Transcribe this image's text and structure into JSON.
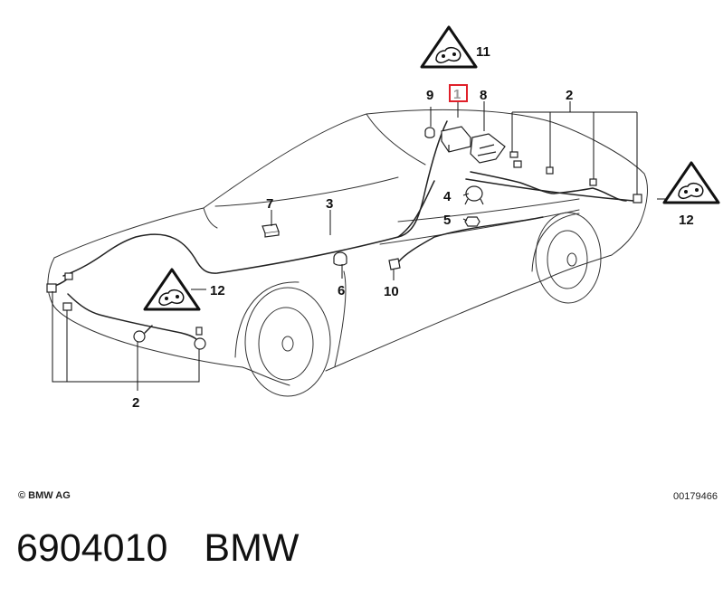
{
  "diagram": {
    "callouts": {
      "c1": "1",
      "c2_top": "2",
      "c2_bottom": "2",
      "c3": "3",
      "c4": "4",
      "c5": "5",
      "c6": "6",
      "c7": "7",
      "c8": "8",
      "c9": "9",
      "c10": "10",
      "c11": "11",
      "c12_right": "12",
      "c12_left": "12"
    },
    "highlight_color": "#e0202a",
    "line_color": "#333333"
  },
  "footer": {
    "copyright": "© BMW AG",
    "diagram_id": "00179466"
  },
  "product": {
    "part_number": "6904010",
    "brand": "BMW"
  }
}
